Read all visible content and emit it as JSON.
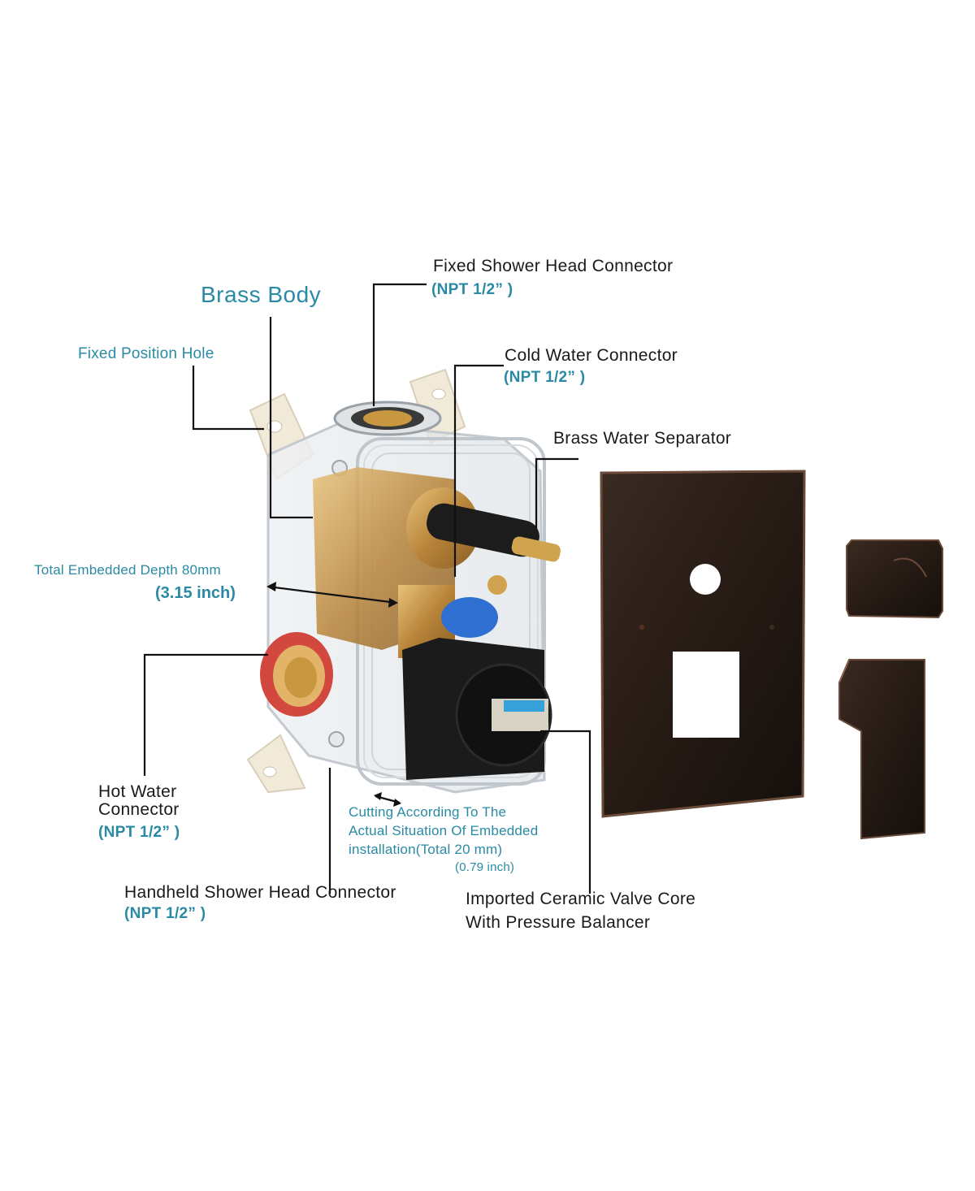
{
  "labels": {
    "brass_body": "Brass Body",
    "fixed_position_hole": "Fixed Position Hole",
    "fixed_shower_head": "Fixed Shower Head Connector",
    "fixed_shower_head_npt": "(NPT 1/2” )",
    "cold_water": "Cold Water Connector",
    "cold_water_npt": "(NPT 1/2” )",
    "brass_separator": "Brass Water Separator",
    "embedded_depth": "Total Embedded Depth 80mm",
    "embedded_depth_inch": "(3.15 inch)",
    "hot_water_line1": "Hot Water",
    "hot_water_line2": "Connector",
    "hot_water_npt": "(NPT 1/2” )",
    "cutting_line1": "Cutting According To The",
    "cutting_line2": "Actual Situation Of Embedded",
    "cutting_line3": "installation(Total 20 mm)",
    "cutting_line4": "(0.79 inch)",
    "handheld": "Handheld Shower Head Connector",
    "handheld_npt": "(NPT 1/2” )",
    "valve_core_line1": "Imported Ceramic Valve Core",
    "valve_core_line2": "With Pressure Balancer"
  },
  "colors": {
    "label_dark": "#1a1a1a",
    "label_blue": "#2a8aa6",
    "bronze": "#2b1f1a",
    "brass": "#c9973f",
    "hot_ring": "#d2473e",
    "cold_ring": "#2f6fd1",
    "mount_ear": "#f1ead9"
  }
}
